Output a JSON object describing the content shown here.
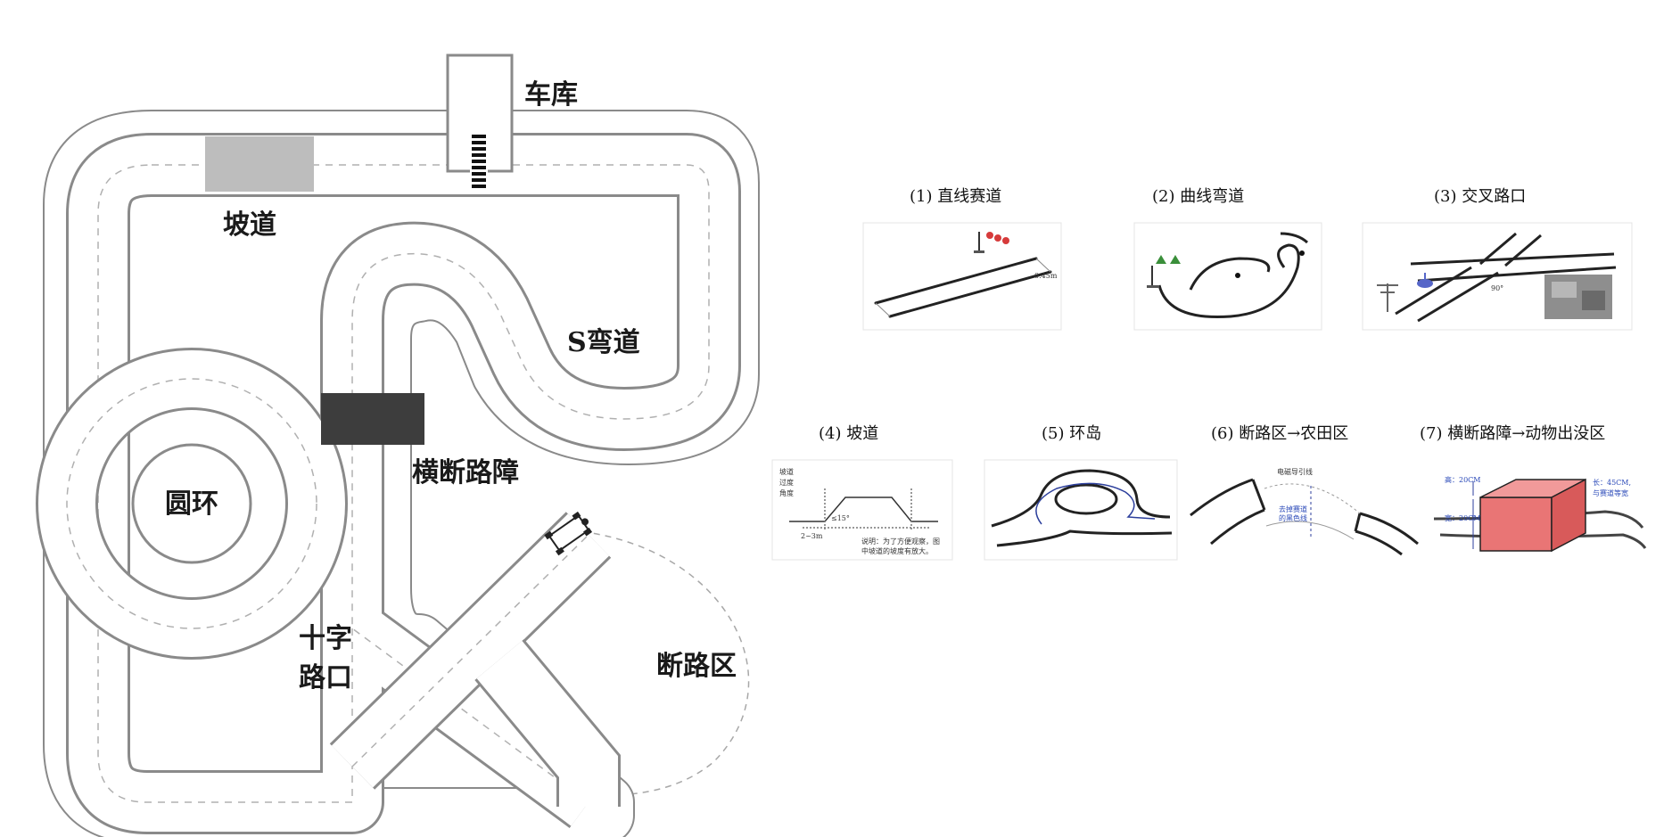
{
  "track": {
    "garage": "车库",
    "ramp": "坡道",
    "s_curve": "S弯道",
    "roadblock": "横断路障",
    "roundabout": "圆环",
    "crossroad_line1": "十字",
    "crossroad_line2": "路口",
    "broken_road": "断路区"
  },
  "panels": [
    {
      "id": "straight",
      "caption": "(1) 直线赛道"
    },
    {
      "id": "curve",
      "caption": "(2) 曲线弯道"
    },
    {
      "id": "crossroad",
      "caption": "(3) 交叉路口"
    },
    {
      "id": "ramp",
      "caption": "(4) 坡道"
    },
    {
      "id": "roundabout",
      "caption": "(5) 环岛"
    },
    {
      "id": "broken",
      "caption": "(6) 断路区→农田区"
    },
    {
      "id": "obstacle",
      "caption": "(7) 横断路障→动物出没区"
    }
  ],
  "annotations": {
    "broken_panel_top": "电磁导引线",
    "broken_panel_mid_1": "去掉赛道",
    "broken_panel_mid_2": "的黑色线",
    "obstacle_height": "高：20CM",
    "obstacle_width": "宽：20CM",
    "obstacle_length_1": "长：45CM,",
    "obstacle_length_2": "与赛道等宽",
    "straight_width": "0.45m",
    "crossroad_angle": "90°",
    "ramp_legend_1": "坡道",
    "ramp_legend_2": "过度",
    "ramp_legend_3": "角度",
    "ramp_angle": "≤15°",
    "ramp_length": "2~3m",
    "ramp_note_1": "说明：为了方便观察，图",
    "ramp_note_2": "中坡道的坡度有放大。"
  }
}
